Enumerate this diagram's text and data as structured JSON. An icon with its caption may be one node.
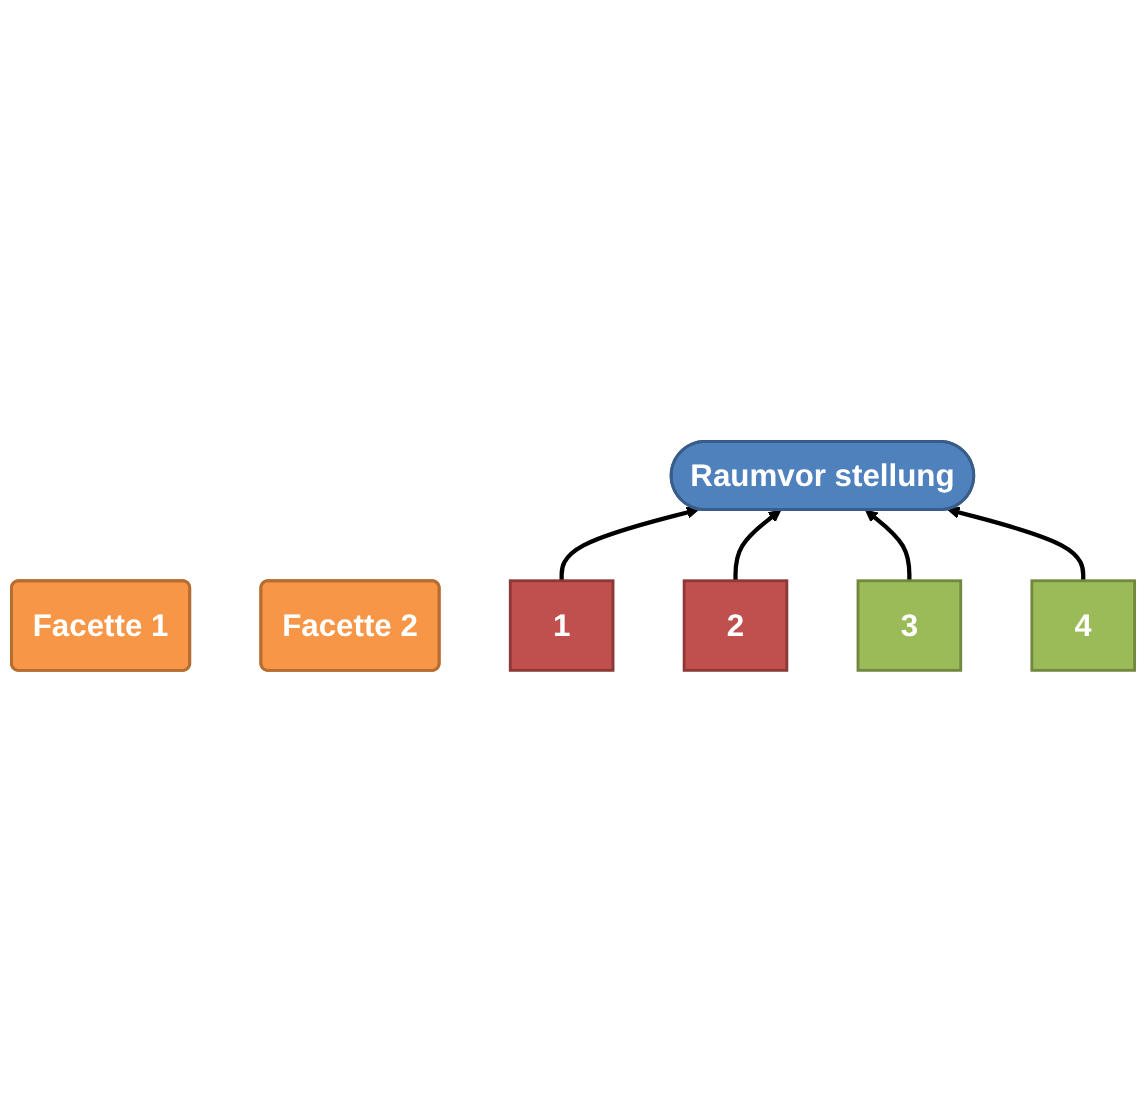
{
  "diagram": {
    "nodes": [
      {
        "text": [
          "Raumvor stellung"
        ]
      },
      {
        "text": [
          "Facette 1"
        ]
      },
      {
        "text": [
          "Facette 2"
        ]
      },
      {
        "text": [
          "1"
        ]
      },
      {
        "text": [
          "2"
        ]
      },
      {
        "text": [
          "3"
        ]
      },
      {
        "text": [
          "4"
        ]
      }
    ],
    "edges": [
      {
        "from": 3,
        "to": 0,
        "arrow": "to"
      },
      {
        "from": 4,
        "to": 0,
        "arrow": "to"
      },
      {
        "from": 5,
        "to": 0,
        "arrow": "to"
      },
      {
        "from": 6,
        "to": 0,
        "arrow": "to"
      }
    ]
  }
}
